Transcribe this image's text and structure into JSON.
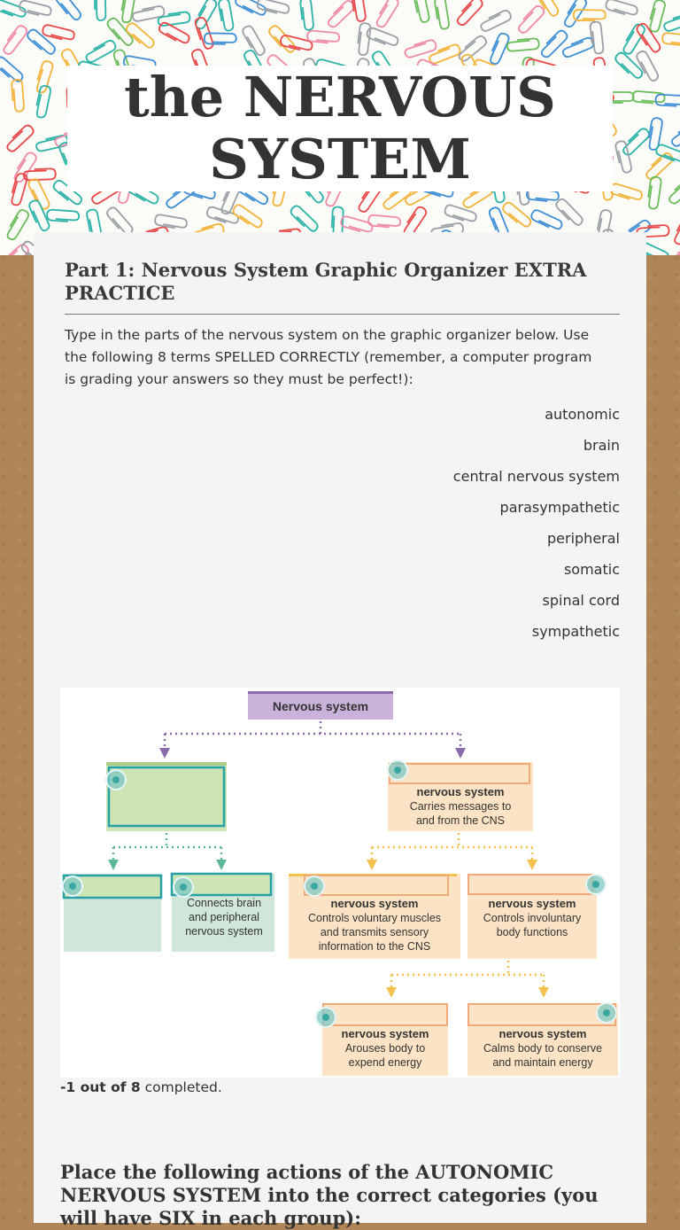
{
  "header": {
    "title": "the NERVOUS SYSTEM"
  },
  "part1": {
    "title": "Part 1: Nervous System Graphic Organizer EXTRA PRACTICE",
    "instructions": "Type in the parts of the nervous system on the graphic organizer below. Use the following 8 terms SPELLED CORRECTLY (remember, a computer program is grading your answers so they must be perfect!):",
    "terms": [
      "autonomic",
      "brain",
      "central nervous system",
      "parasympathetic",
      "peripheral",
      "somatic",
      "spinal cord",
      "sympathetic"
    ]
  },
  "organizer": {
    "root": "Nervous system",
    "peripheral_box": {
      "bold": "nervous system",
      "desc": "Carries messages to and from the CNS"
    },
    "spinal_box": {
      "desc": "Connects brain and peripheral nervous system"
    },
    "somatic_box": {
      "bold": "nervous system",
      "desc": "Controls voluntary muscles and transmits sensory information to the CNS"
    },
    "autonomic_box": {
      "bold": "nervous system",
      "desc": "Controls involuntary body functions"
    },
    "sympathetic_box": {
      "bold": "nervous system",
      "desc": "Arouses body to expend energy"
    },
    "parasympathetic_box": {
      "bold": "nervous system",
      "desc": "Calms body to conserve and maintain energy"
    },
    "colors": {
      "root": "#c9b3da",
      "green": "#cde5b5",
      "teal": "#27a0a6",
      "peach": "#fde3c5",
      "orange": "#f2a97a"
    }
  },
  "progress": {
    "count": "-1 out of 8",
    "suffix": " completed."
  },
  "part2": {
    "title": "Place the following actions of the AUTONOMIC NERVOUS SYSTEM into the correct categories (you will have SIX in each group):"
  }
}
